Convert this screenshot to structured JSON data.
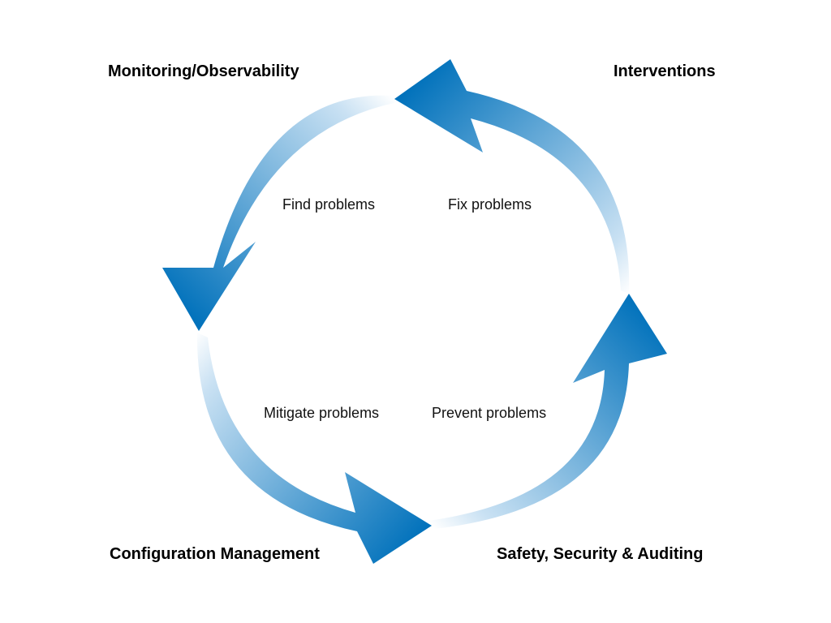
{
  "diagram": {
    "corners": {
      "top_left": "Monitoring/Observability",
      "top_right": "Interventions",
      "bottom_left": "Configuration Management",
      "bottom_right": "Safety, Security & Auditing"
    },
    "inner": {
      "top_left": "Find problems",
      "top_right": "Fix problems",
      "bottom_left": "Mitigate problems",
      "bottom_right": "Prevent problems"
    },
    "colors": {
      "arrow_dark": "#0071bb",
      "arrow_light": "#ffffff",
      "text": "#000000",
      "background": "#ffffff"
    }
  }
}
